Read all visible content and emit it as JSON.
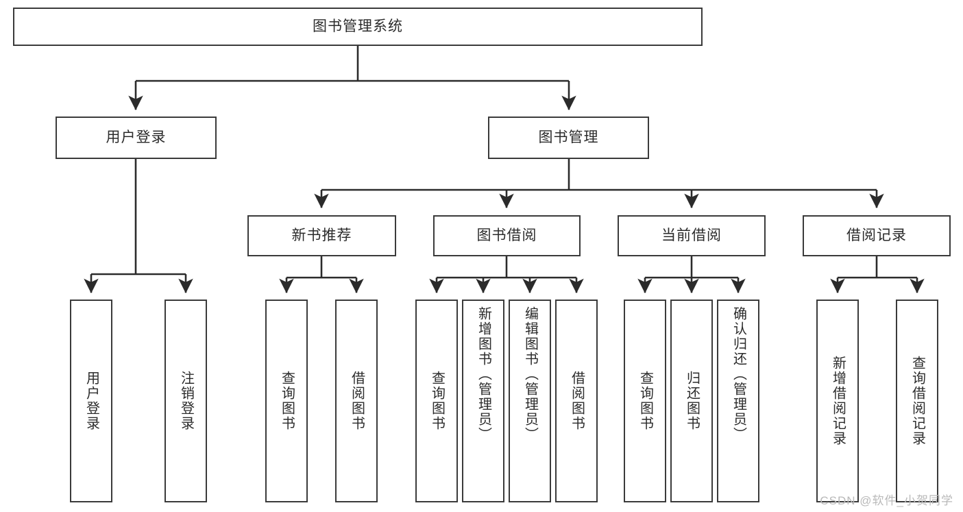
{
  "diagram": {
    "type": "tree-hierarchy-flowchart",
    "title": "图书管理系统",
    "orientation": "top-down",
    "colors": {
      "box_stroke": "#3a3a3a",
      "box_fill": "#ffffff",
      "text": "#2b2b2b",
      "connector": "#2b2b2b",
      "watermark": "#b9b9b9",
      "background": "#ffffff"
    },
    "root": {
      "label": "图书管理系统"
    },
    "level2": [
      {
        "id": "user-login",
        "label": "用户登录"
      },
      {
        "id": "book-manage",
        "label": "图书管理"
      }
    ],
    "level3": [
      {
        "id": "new-book-recommend",
        "label": "新书推荐",
        "parent": "book-manage"
      },
      {
        "id": "book-borrow",
        "label": "图书借阅",
        "parent": "book-manage"
      },
      {
        "id": "current-borrow",
        "label": "当前借阅",
        "parent": "book-manage"
      },
      {
        "id": "borrow-record",
        "label": "借阅记录",
        "parent": "book-manage"
      }
    ],
    "leaves": [
      {
        "id": "leaf-user-login",
        "label": "用户登录",
        "parent": "user-login"
      },
      {
        "id": "leaf-logout",
        "label": "注销登录",
        "parent": "user-login"
      },
      {
        "id": "leaf-query-book-1",
        "label": "查询图书",
        "parent": "new-book-recommend"
      },
      {
        "id": "leaf-borrow-book-1",
        "label": "借阅图书",
        "parent": "new-book-recommend"
      },
      {
        "id": "leaf-query-book-2",
        "label": "查询图书",
        "parent": "book-borrow"
      },
      {
        "id": "leaf-add-book",
        "label": "新增图书（管理员）",
        "parent": "book-borrow"
      },
      {
        "id": "leaf-edit-book",
        "label": "编辑图书（管理员）",
        "parent": "book-borrow"
      },
      {
        "id": "leaf-borrow-book-2",
        "label": "借阅图书",
        "parent": "book-borrow"
      },
      {
        "id": "leaf-query-book-3",
        "label": "查询图书",
        "parent": "current-borrow"
      },
      {
        "id": "leaf-return-book",
        "label": "归还图书",
        "parent": "current-borrow"
      },
      {
        "id": "leaf-confirm-return",
        "label": "确认归还（管理员）",
        "parent": "current-borrow"
      },
      {
        "id": "leaf-add-record",
        "label": "新增借阅记录",
        "parent": "borrow-record"
      },
      {
        "id": "leaf-query-record",
        "label": "查询借阅记录",
        "parent": "borrow-record"
      }
    ]
  },
  "watermark": {
    "text": "CSDN @软件_小贺同学"
  }
}
